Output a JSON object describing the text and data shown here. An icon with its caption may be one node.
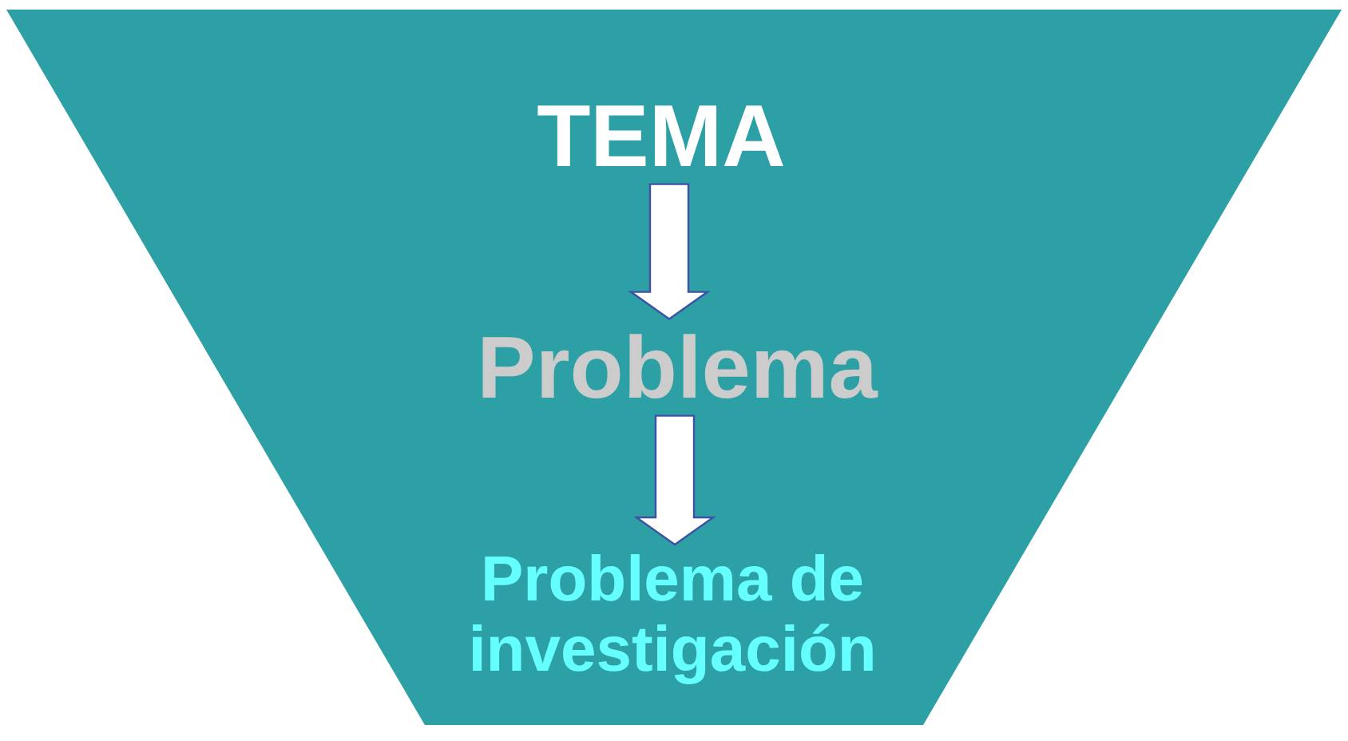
{
  "diagram": {
    "nodes": [
      {
        "text": [],
        "shape": "funnel"
      },
      {
        "text": [
          "TEMA"
        ],
        "in": 0
      },
      {
        "text": [
          "Problema"
        ],
        "in": 0
      },
      {
        "text": [
          "Problema de investigación"
        ],
        "in": 0
      }
    ],
    "edges": [
      {
        "from": 1,
        "to": 2,
        "arrow": "to"
      },
      {
        "from": 2,
        "to": 3,
        "arrow": "to"
      }
    ]
  }
}
